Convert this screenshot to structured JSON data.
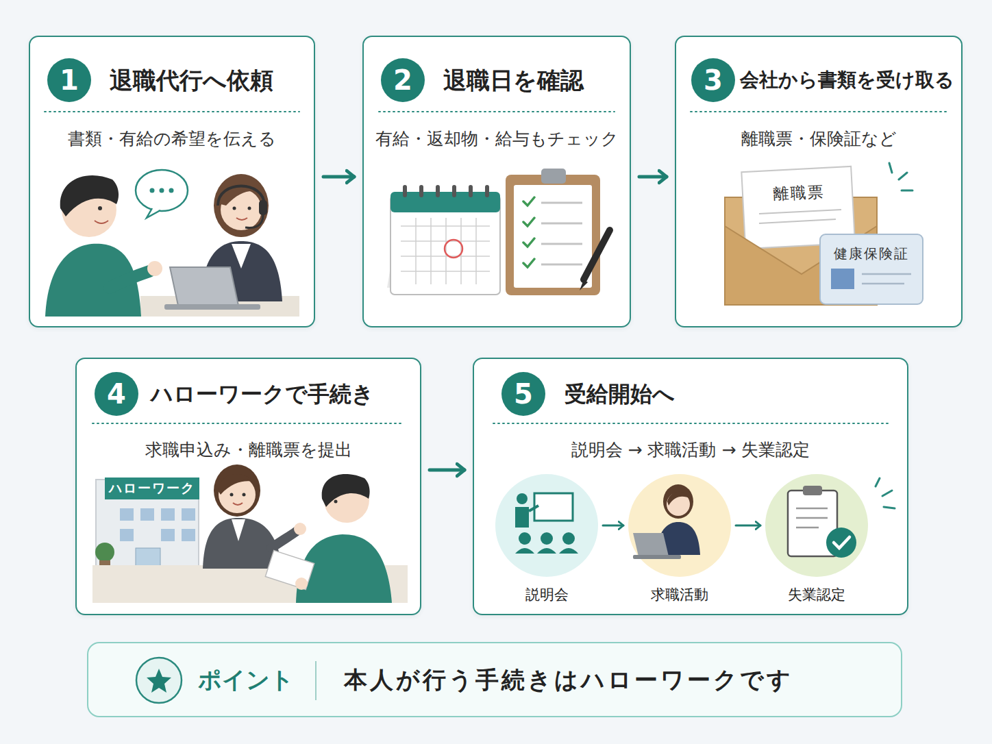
{
  "diagram": {
    "nodes": [
      {
        "text": [
          "退職代行へ依頼",
          "書類・有給の希望を伝える"
        ]
      },
      {
        "text": [
          "1"
        ],
        "in": 0
      },
      {
        "text": [
          "退職日を確認",
          "有給・返却物・給与もチェック"
        ]
      },
      {
        "text": [
          "2"
        ],
        "in": 2
      },
      {
        "text": [
          "会社から書類を受け取る",
          "離職票・保険証など"
        ]
      },
      {
        "text": [
          "3"
        ],
        "in": 4
      },
      {
        "text": [
          "ハローワークで手続き",
          "求職申込み・離職票を提出"
        ]
      },
      {
        "text": [
          "4"
        ],
        "in": 6
      },
      {
        "text": [
          "受給開始へ",
          "説明会 → 求職活動 → 失業認定"
        ]
      },
      {
        "text": [
          "5"
        ],
        "in": 8
      },
      {
        "text": [
          "説明会"
        ],
        "in": 8
      },
      {
        "text": [
          "求職活動"
        ],
        "in": 8
      },
      {
        "text": [
          "失業認定"
        ],
        "in": 8
      },
      {
        "text": [
          "ポイント",
          "本人が行う手続きはハローワークです"
        ]
      }
    ],
    "edges": [
      {
        "from": 0,
        "to": 2,
        "arrow": "to"
      },
      {
        "from": 2,
        "to": 4,
        "arrow": "to"
      },
      {
        "from": 6,
        "to": 8,
        "arrow": "to"
      },
      {
        "from": 10,
        "to": 11,
        "arrow": "to"
      },
      {
        "from": 11,
        "to": 12,
        "arrow": "to"
      }
    ],
    "labels": [
      "離職票",
      "健康保険証",
      "ハローワーク"
    ]
  }
}
